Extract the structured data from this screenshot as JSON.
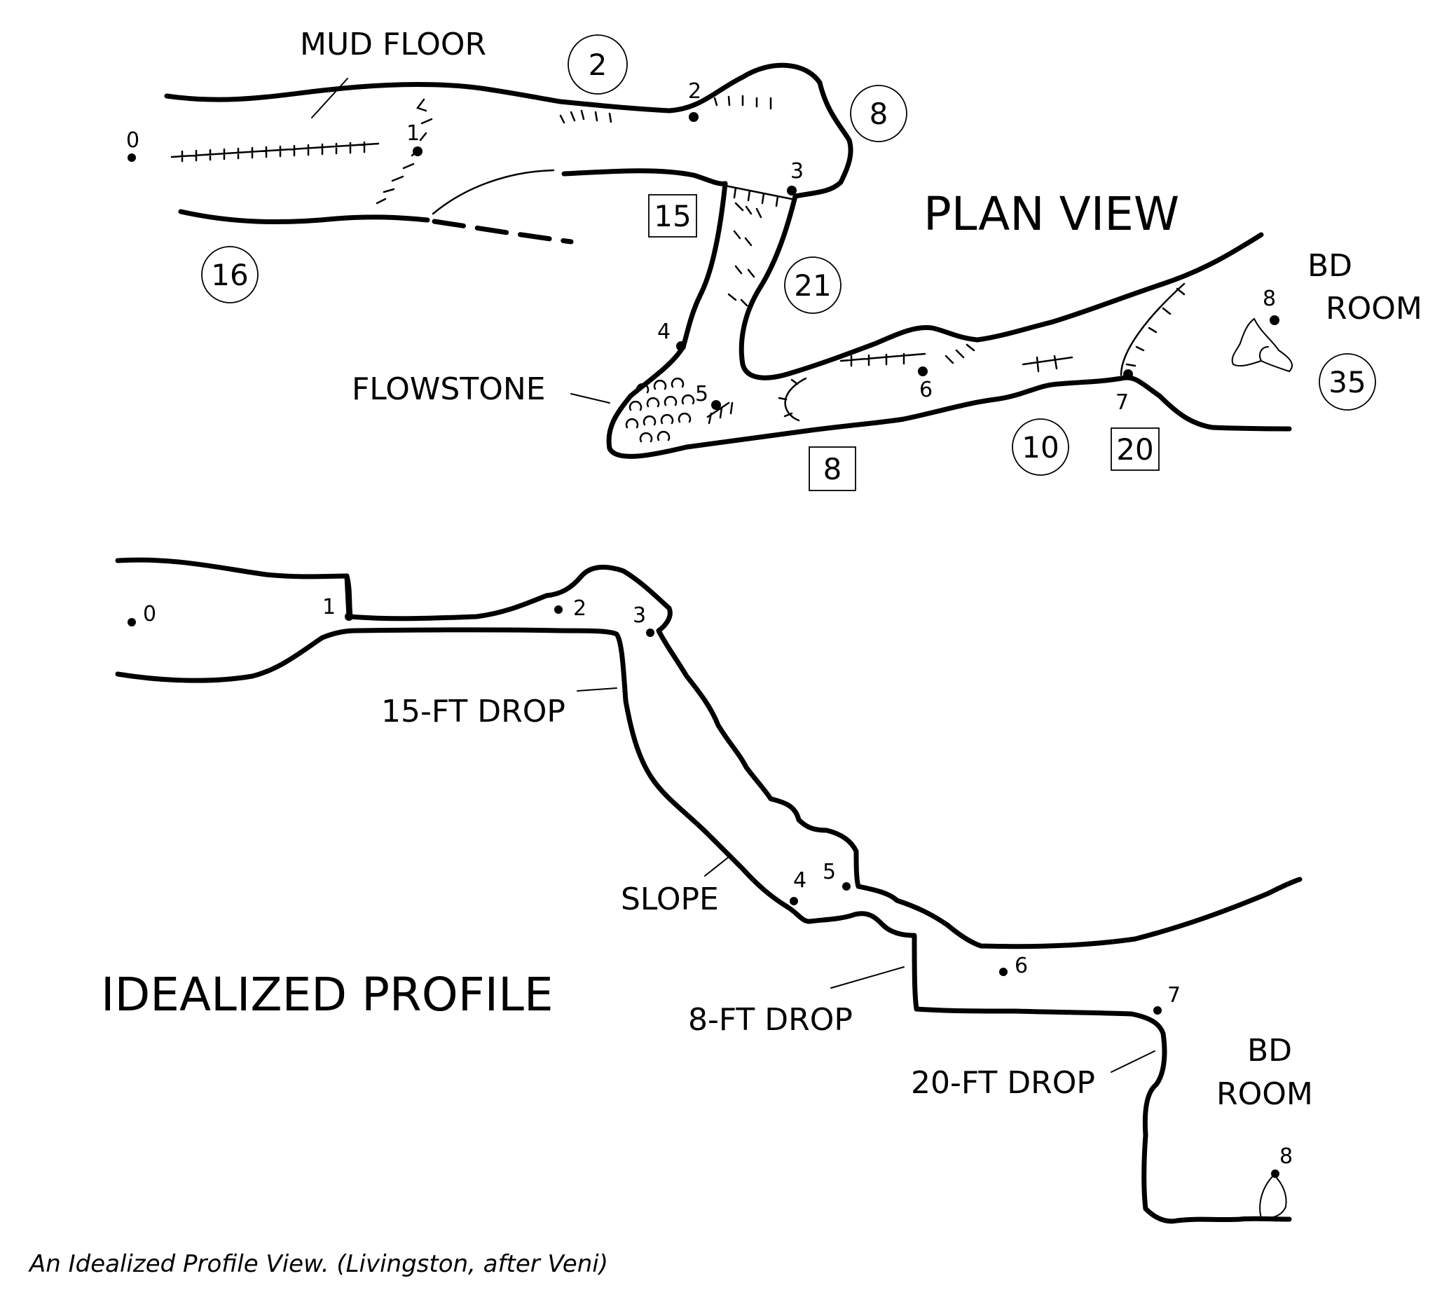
{
  "plan": {
    "title": "PLAN VIEW",
    "labels": {
      "mud_floor": "MUD FLOOR",
      "flowstone": "FLOWSTONE",
      "bd": "BD",
      "room": "ROOM"
    },
    "stations": [
      "0",
      "1",
      "2",
      "3",
      "4",
      "5",
      "6",
      "7",
      "8"
    ],
    "circled_heights": [
      "2",
      "8",
      "16",
      "21",
      "10",
      "35"
    ],
    "boxed_drops": [
      "15",
      "8",
      "20"
    ]
  },
  "profile": {
    "title": "IDEALIZED PROFILE",
    "labels": {
      "drop_15": "15-FT DROP",
      "slope": "SLOPE",
      "drop_8": "8-FT DROP",
      "drop_20": "20-FT DROP",
      "bd": "BD",
      "room": "ROOM"
    },
    "stations": [
      "0",
      "1",
      "2",
      "3",
      "4",
      "5",
      "6",
      "7",
      "8"
    ]
  },
  "caption": "An Idealized Profile View. (Livingston, after Veni)"
}
